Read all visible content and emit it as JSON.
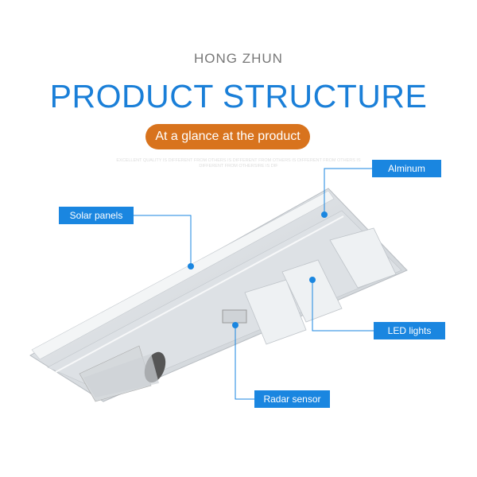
{
  "header": {
    "brand": "HONG ZHUN",
    "title": "PRODUCT STRUCTURE",
    "subtitle_button": "At a glance at the product",
    "fine_print": "EXCELLENT QUALITY IS DIFFERENT FROM OTHERS IS DIFFERENT FROM OTHERS IS DIFFERENT FROM OTHERS IS DIFFERENT FROM OTHERSIRE IS DIF"
  },
  "callouts": {
    "aluminum": "Alminum",
    "solar": "Solar panels",
    "led": "LED lights",
    "radar": "Radar sensor"
  },
  "colors": {
    "accent_blue": "#1a86e0",
    "title_blue": "#1a7fd8",
    "orange": "#d8731d"
  }
}
